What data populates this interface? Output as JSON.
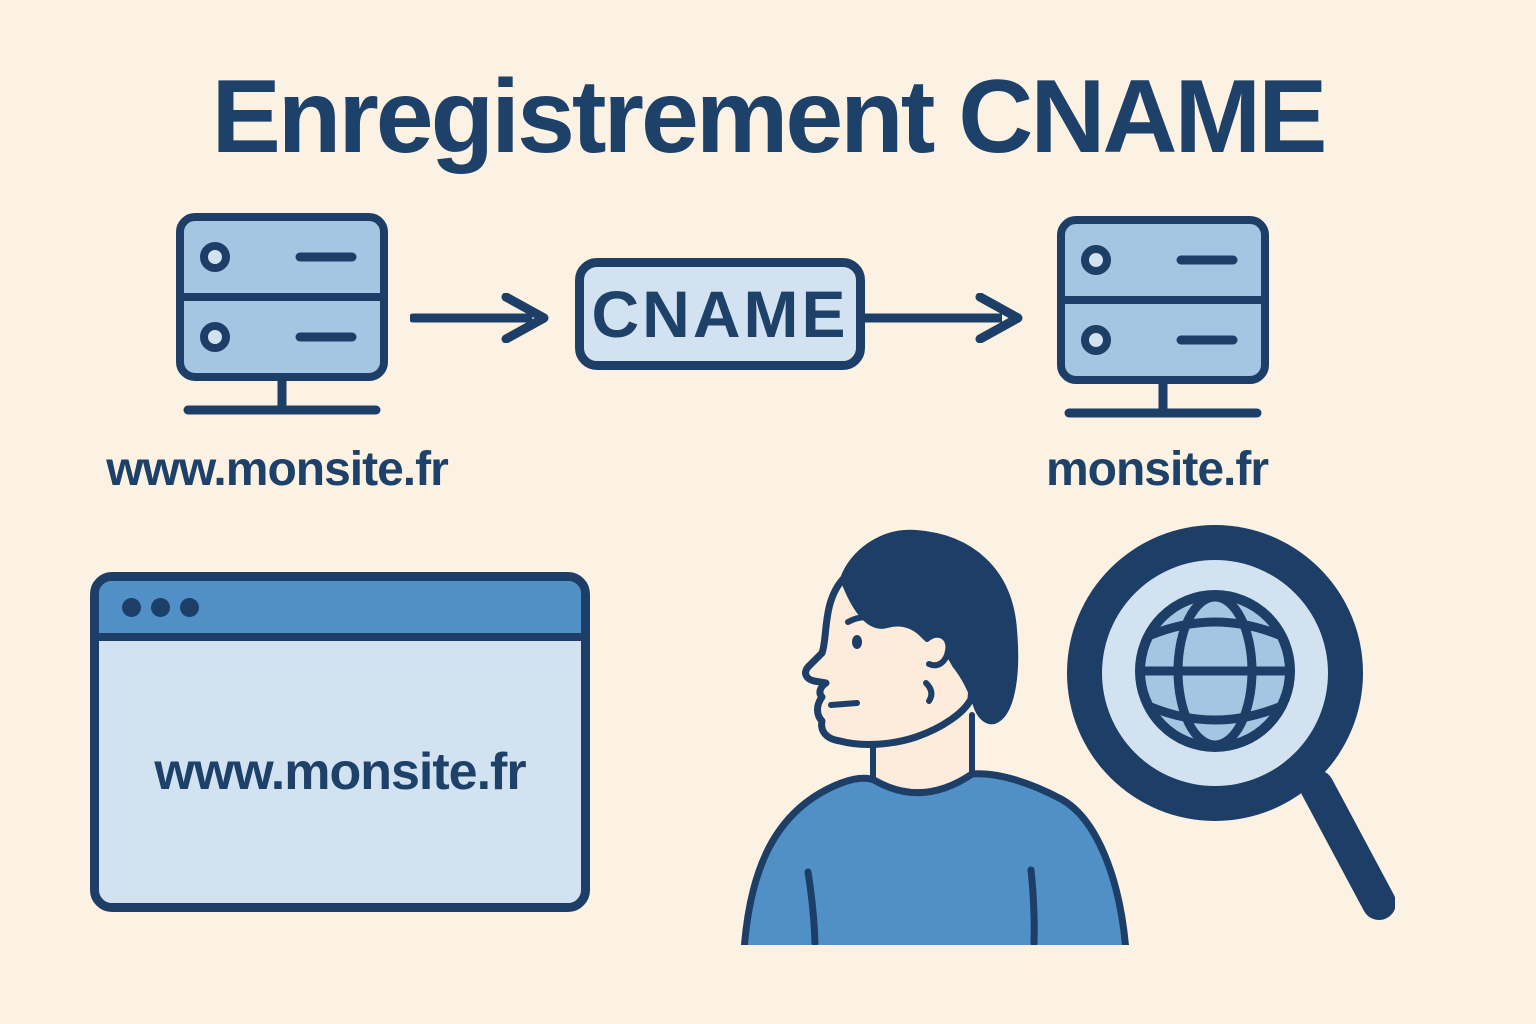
{
  "header": {
    "title": "Enregistrement CNAME"
  },
  "flow": {
    "source": {
      "icon": "server-icon",
      "label": "www.monsite.fr"
    },
    "arrow1_icon": "arrow-right-icon",
    "record": {
      "icon": "rounded-box",
      "label": "CNAME"
    },
    "arrow2_icon": "arrow-right-icon",
    "target": {
      "icon": "server-icon",
      "label": "monsite.fr"
    }
  },
  "browser": {
    "icon": "browser-window-icon",
    "window_dots_count": 3,
    "url": "www.monsite.fr"
  },
  "illustrations": {
    "person_icon": "person-profile-icon",
    "search_icon": "magnifier-globe-icon"
  },
  "colors": {
    "background": "#fbf2e3",
    "navy_outline": "#1d3e66",
    "navy_text": "#1e4169",
    "medium_blue": "#a4c6e2",
    "steel_blue": "#5190c7",
    "light_blue": "#d2e2f0",
    "skin": "#fdecdc"
  }
}
